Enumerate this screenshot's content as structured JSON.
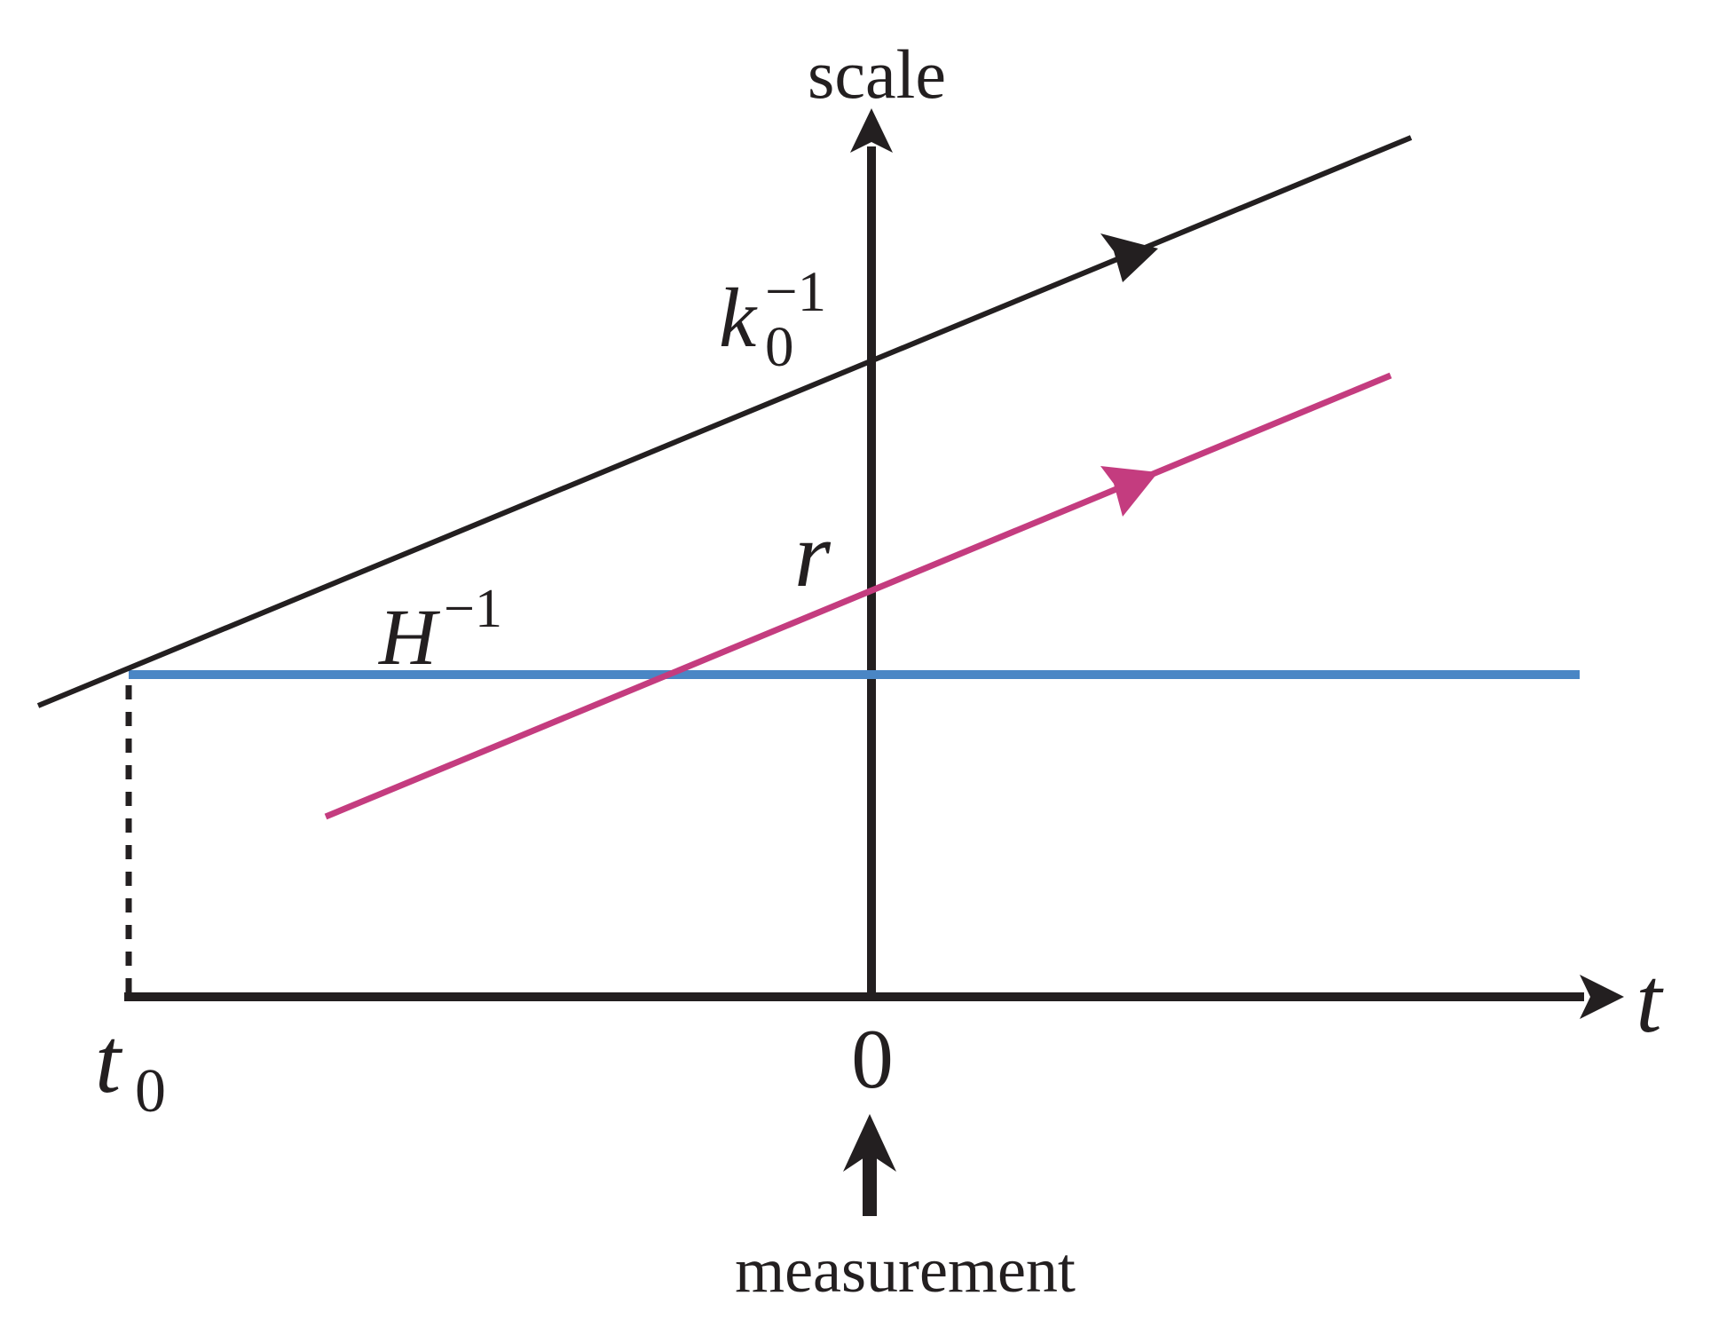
{
  "labels": {
    "y_axis": "scale",
    "x_axis": "t",
    "t0_base": "t",
    "t0_sub": "0",
    "origin": "0",
    "k_base": "k",
    "k_sub": "0",
    "k_sup": "−1",
    "r": "r",
    "H_base": "H",
    "H_sup": "−1",
    "measurement": "measurement"
  },
  "colors": {
    "axis": "#231f20",
    "k_line": "#231f20",
    "r_line": "#c43c7f",
    "H_line": "#4a86c5"
  }
}
